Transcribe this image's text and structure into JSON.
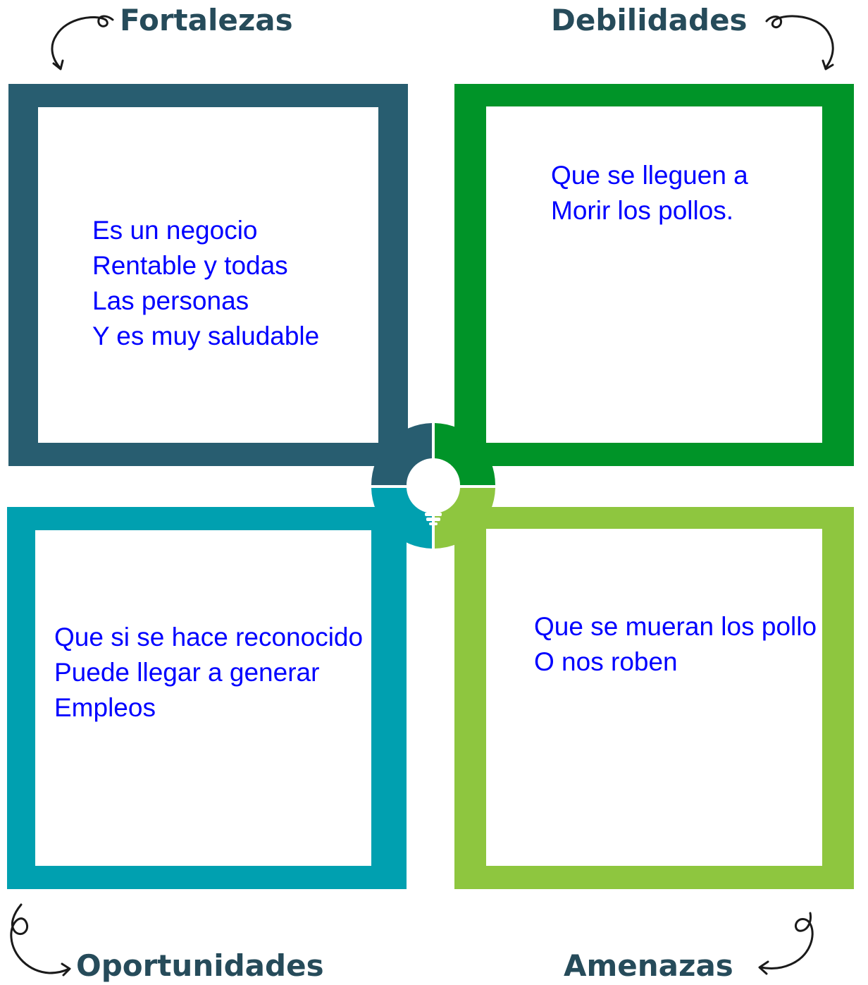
{
  "headings": {
    "fortalezas": "Fortalezas",
    "debilidades": "Debilidades",
    "oportunidades": "Oportunidades",
    "amenazas": "Amenazas"
  },
  "quadrants": {
    "fortalezas": [
      "Es un negocio",
      "Rentable y todas",
      "Las personas",
      "Y es muy saludable"
    ],
    "debilidades": [
      "Que se lleguen a",
      "Morir los pollos."
    ],
    "oportunidades": [
      "Que si se hace reconocido",
      "Puede llegar a generar",
      "Empleos"
    ],
    "amenazas": [
      "Que se mueran los pollo",
      "O nos roben"
    ]
  },
  "colors": {
    "heading": "#264b5a",
    "fortalezas": "#285d70",
    "debilidades": "#009428",
    "oportunidades": "#00a0b0",
    "amenazas": "#8ec63f",
    "text": "#0000ff"
  },
  "icons": {
    "center": "lightbulb-icon",
    "arrows": "curly-arrow-icon"
  }
}
